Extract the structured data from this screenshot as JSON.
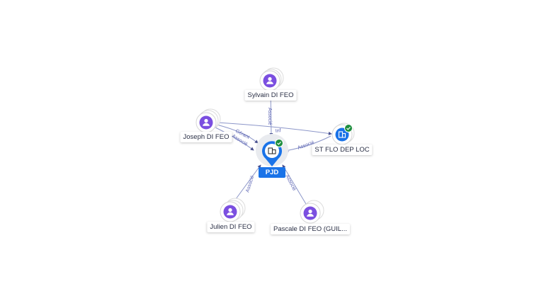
{
  "graph": {
    "center": {
      "label": "PJD",
      "icon": "building-icon",
      "verified": true,
      "color": "#1a73e8"
    },
    "nodes": [
      {
        "id": "sylvain",
        "label": "Sylvain DI FEO",
        "icon": "person-icon",
        "kind": "person"
      },
      {
        "id": "joseph",
        "label": "Joseph DI FEO",
        "icon": "person-icon",
        "kind": "person"
      },
      {
        "id": "stflo",
        "label": "ST FLO DEP LOC",
        "icon": "building-icon",
        "kind": "company",
        "verified": true
      },
      {
        "id": "julien",
        "label": "Julien DI FEO",
        "icon": "person-icon",
        "kind": "person"
      },
      {
        "id": "pascale",
        "label": "Pascale DI FEO (GUIL...",
        "icon": "person-icon",
        "kind": "person"
      }
    ],
    "edges": [
      {
        "from": "sylvain",
        "label": "Associé"
      },
      {
        "from": "joseph",
        "label": "Gérant"
      },
      {
        "from": "joseph",
        "label": "Associé"
      },
      {
        "from": "stflo",
        "label": "Associé"
      },
      {
        "from": "julien",
        "label": "Associé"
      },
      {
        "from": "pascale",
        "label": "Associé"
      },
      {
        "from": "joseph",
        "label": "Inf"
      }
    ],
    "colors": {
      "person": "#7b4fe0",
      "company": "#1a73e8",
      "edge": "#8c96c9",
      "verified": "#1e8e3e"
    }
  }
}
